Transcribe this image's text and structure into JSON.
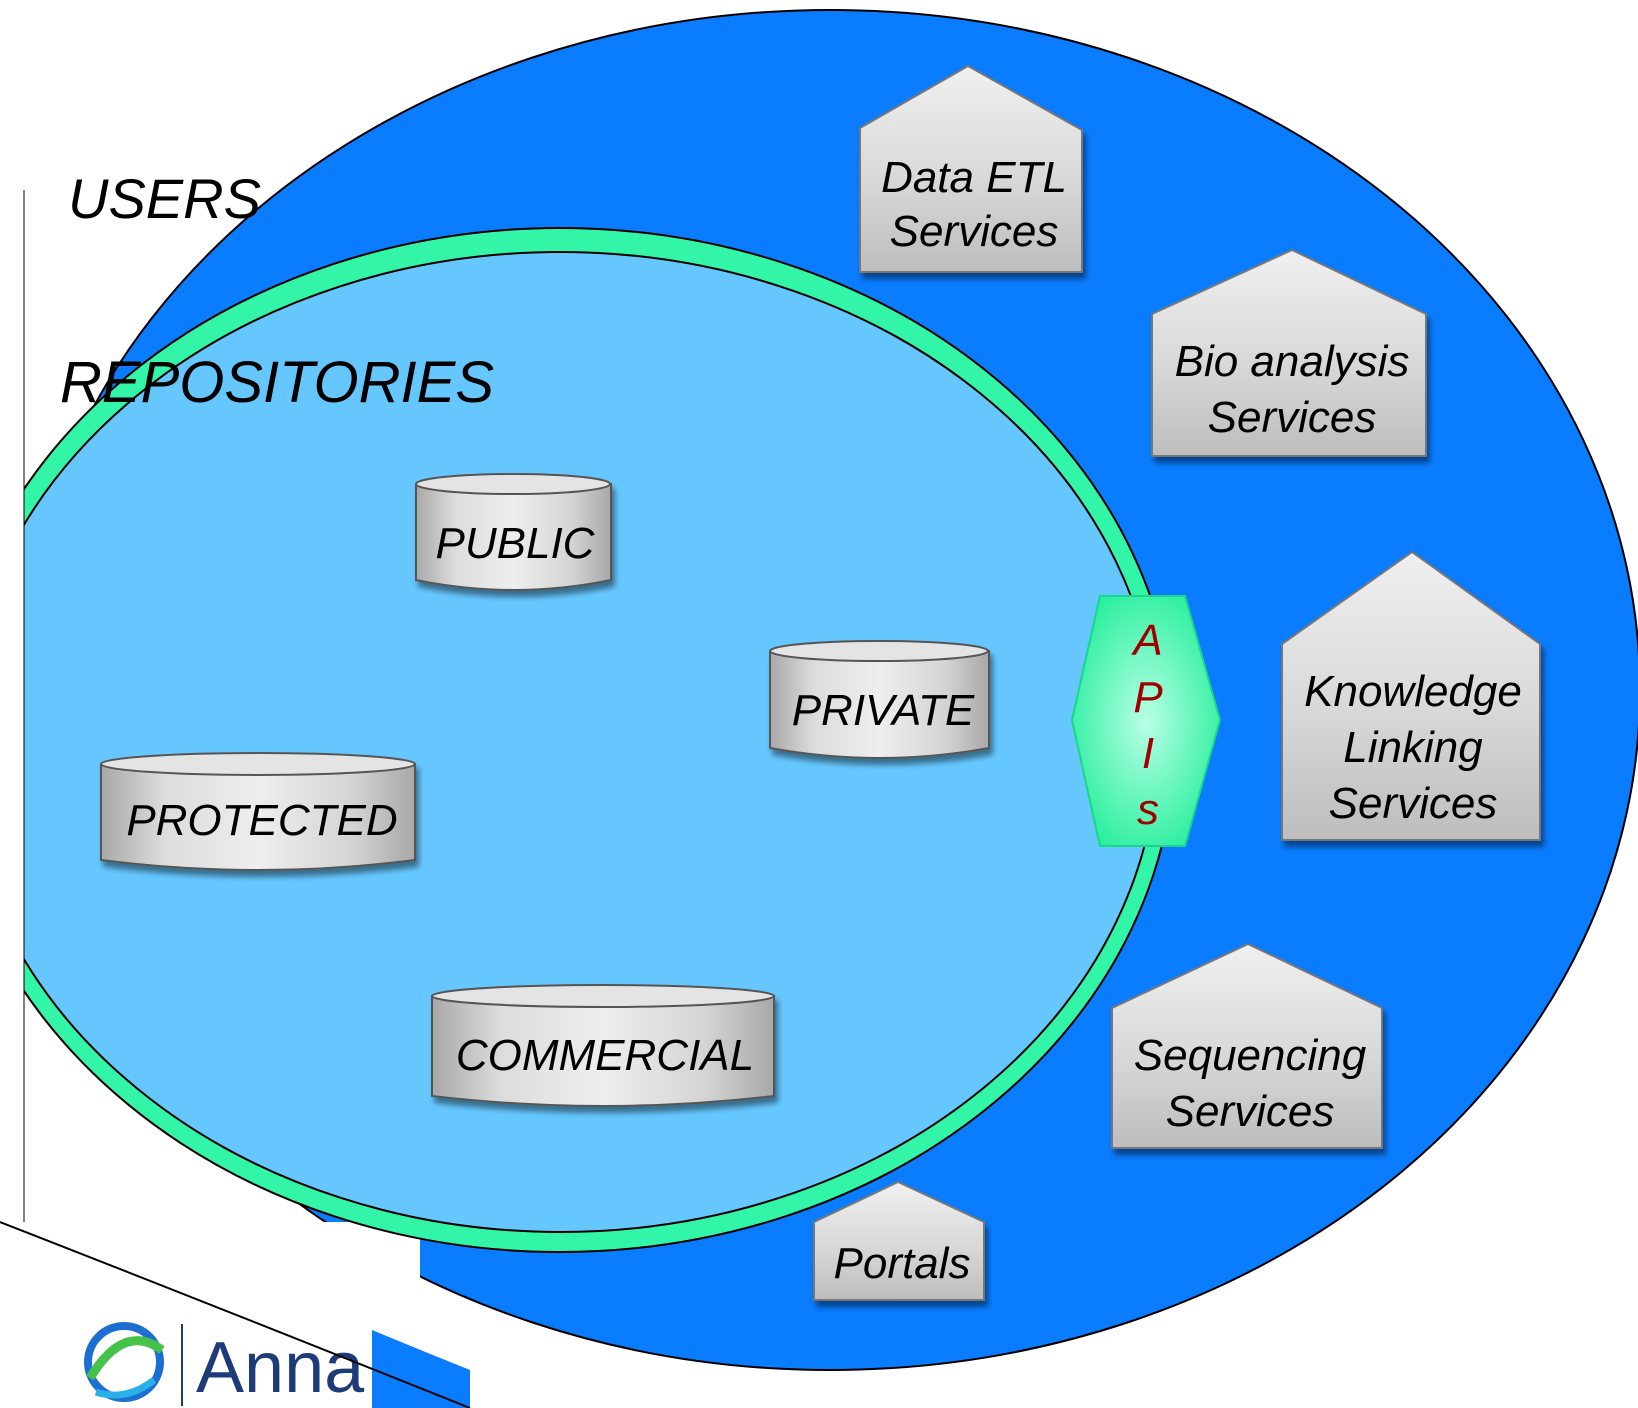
{
  "labels": {
    "users": "USERS",
    "repositories": "REPOSITORIES",
    "apis": [
      "A",
      "P",
      "I",
      "s"
    ]
  },
  "repositories": [
    {
      "id": "public",
      "label": "PUBLIC"
    },
    {
      "id": "private",
      "label": "PRIVATE"
    },
    {
      "id": "protected",
      "label": "PROTECTED"
    },
    {
      "id": "commercial",
      "label": "COMMERCIAL"
    }
  ],
  "services": [
    {
      "id": "data-etl",
      "lines": [
        "Data ETL",
        "Services"
      ]
    },
    {
      "id": "bio-analysis",
      "lines": [
        "Bio analysis",
        "Services"
      ]
    },
    {
      "id": "knowledge-linking",
      "lines": [
        "Knowledge",
        "Linking",
        "Services"
      ]
    },
    {
      "id": "sequencing",
      "lines": [
        "Sequencing",
        "Services"
      ]
    },
    {
      "id": "portals",
      "lines": [
        "Portals"
      ]
    }
  ],
  "logo": {
    "text": "Anna",
    "icon": "annai-logo-icon"
  },
  "colors": {
    "users_bg": "#0a7cff",
    "repositories_bg": "#66c7ff",
    "api_band": "#33f5a8",
    "shape_fill": "#d9d9d9",
    "api_text": "#a00000",
    "logo_text": "#1d3b78"
  }
}
